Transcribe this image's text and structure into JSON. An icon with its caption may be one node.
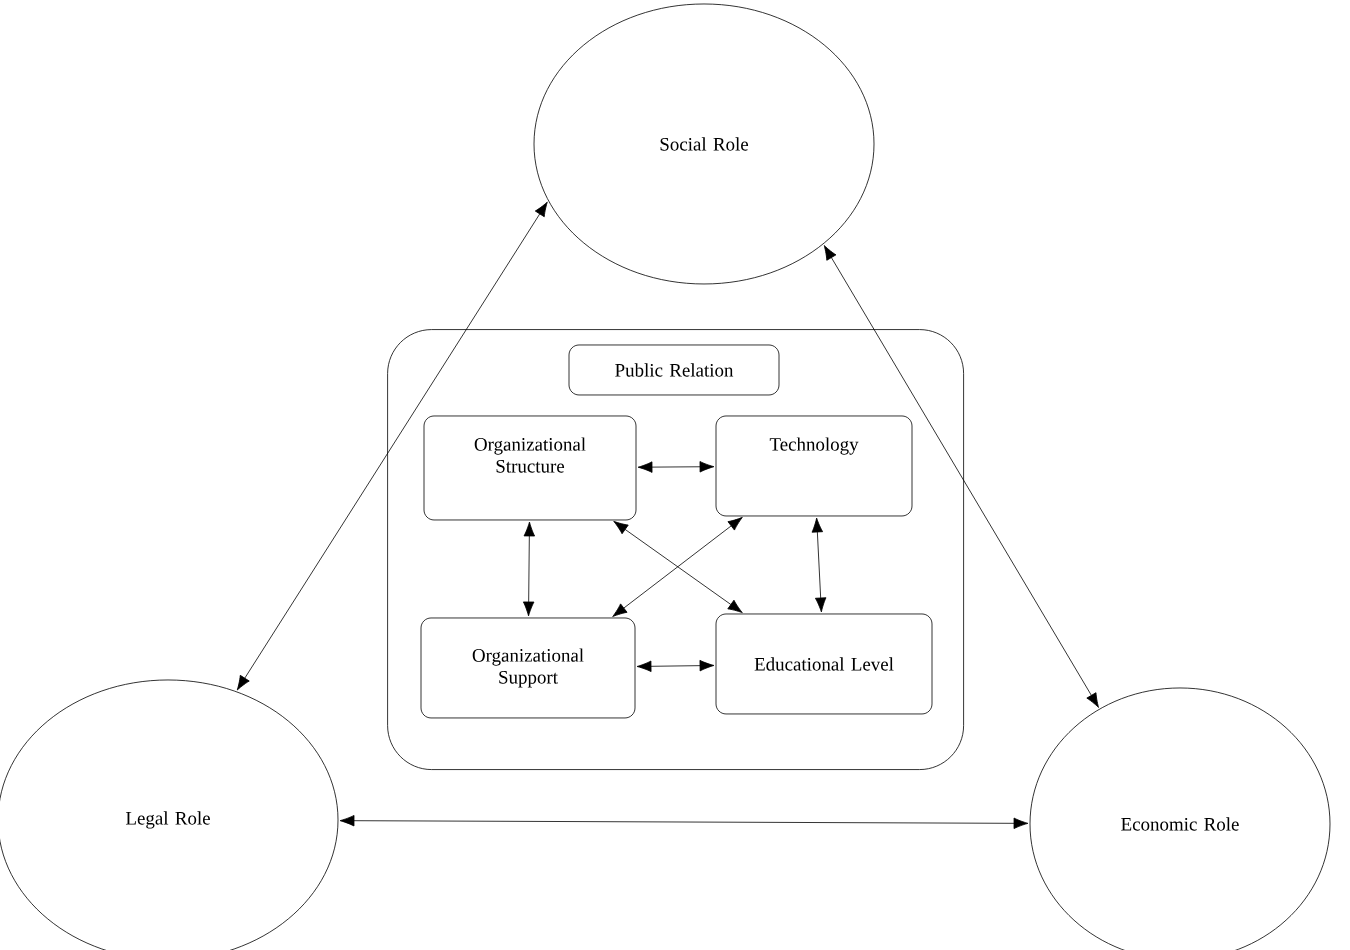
{
  "diagram": {
    "nodes": [
      {
        "text": [
          "Social Role"
        ]
      },
      {
        "text": [],
        "shape": "box"
      },
      {
        "text": [
          "Public Relation"
        ],
        "in": 1
      },
      {
        "text": [
          "Organizational Structure"
        ],
        "in": 1
      },
      {
        "text": [
          "Technology"
        ],
        "in": 1
      },
      {
        "text": [
          "Organizational Support"
        ],
        "in": 1
      },
      {
        "text": [
          "Educational Level"
        ],
        "in": 1
      },
      {
        "text": [
          "Legal Role"
        ]
      },
      {
        "text": [
          "Economic Role"
        ]
      }
    ],
    "edges": [
      {
        "from": 0,
        "to": 7,
        "arrow": "both"
      },
      {
        "from": 0,
        "to": 8,
        "arrow": "both"
      },
      {
        "from": 7,
        "to": 8,
        "arrow": "both"
      },
      {
        "from": 3,
        "to": 4,
        "arrow": "both"
      },
      {
        "from": 3,
        "to": 5,
        "arrow": "both"
      },
      {
        "from": 4,
        "to": 6,
        "arrow": "both"
      },
      {
        "from": 5,
        "to": 6,
        "arrow": "both"
      },
      {
        "from": 3,
        "to": 6,
        "arrow": "both"
      },
      {
        "from": 5,
        "to": 4,
        "arrow": "both"
      }
    ]
  }
}
